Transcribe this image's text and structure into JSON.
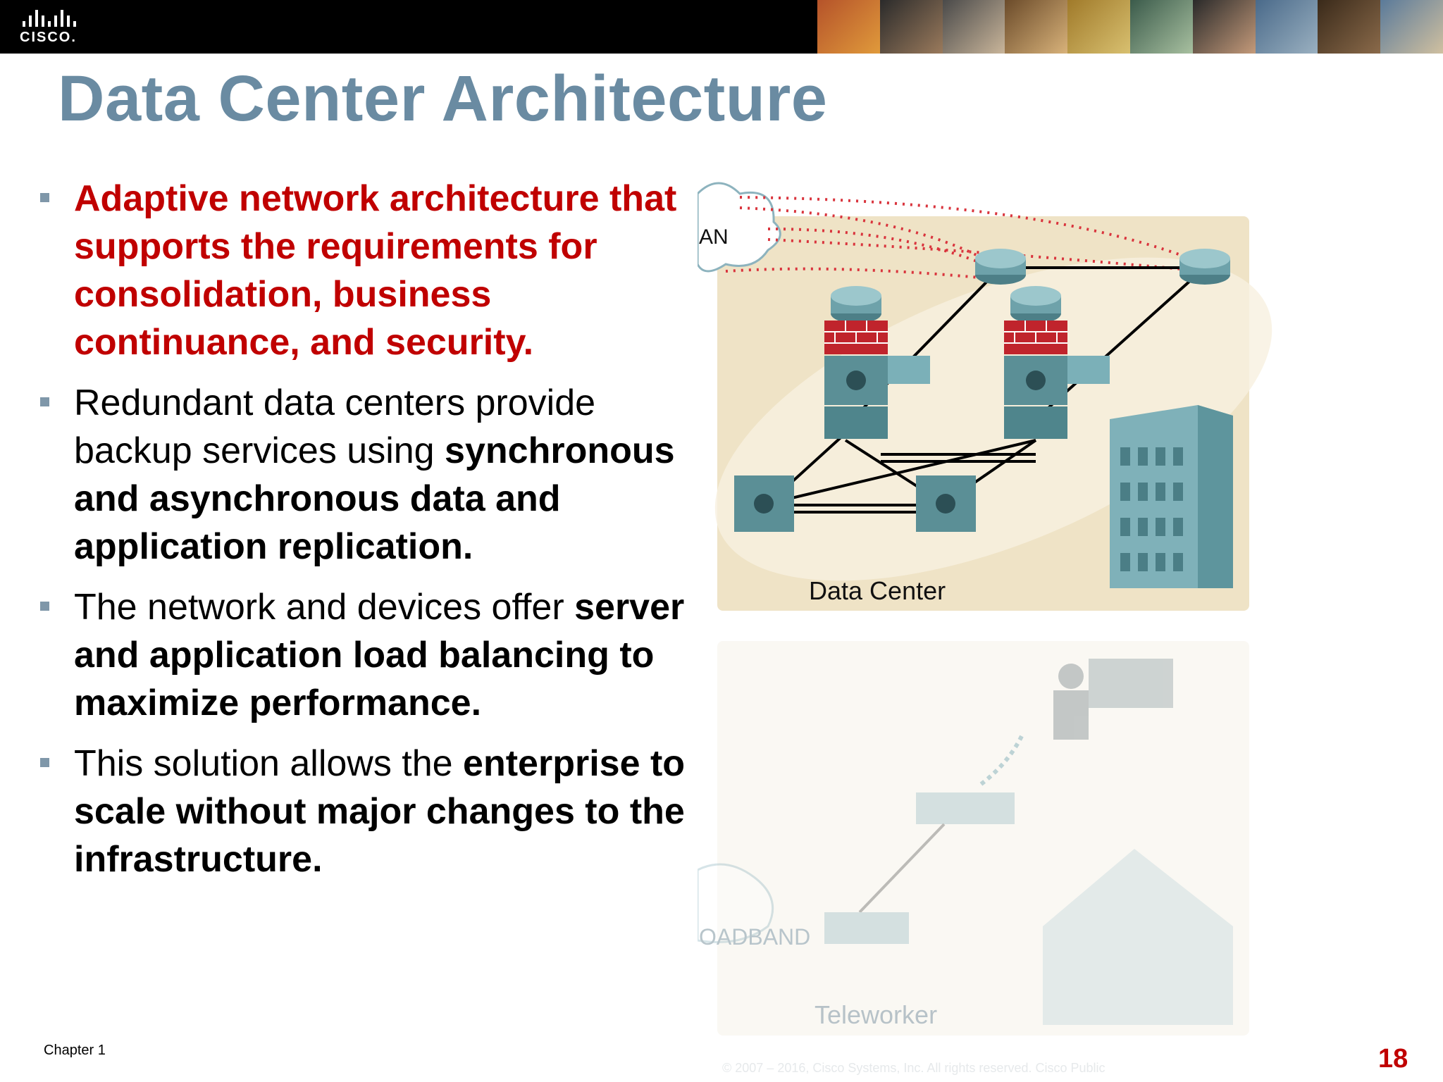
{
  "header": {
    "logo_text": "CISCO."
  },
  "title": "Data Center Architecture",
  "bullets": [
    {
      "parts": [
        {
          "text": "Adaptive network architecture that supports the requirements for consolidation, business continuance, and security.",
          "bold": true
        }
      ],
      "color": "#c00000"
    },
    {
      "parts": [
        {
          "text": "Redundant data centers provide backup services using ",
          "bold": false
        },
        {
          "text": "synchronous and asynchronous data and application replication.",
          "bold": true
        }
      ]
    },
    {
      "parts": [
        {
          "text": "The network and devices offer ",
          "bold": false
        },
        {
          "text": "server and application load balancing to maximize performance.",
          "bold": true
        }
      ]
    },
    {
      "parts": [
        {
          "text": "This solution allows the ",
          "bold": false
        },
        {
          "text": "enterprise to scale without major changes to the infrastructure.",
          "bold": true
        }
      ]
    }
  ],
  "diagram": {
    "data_center_label": "Data Center",
    "wan_label": "AN",
    "broadband_label": "OADBAND",
    "teleworker_label": "Teleworker"
  },
  "footer": {
    "chapter": "Chapter 1",
    "copyright": "© 2007 – 2016, Cisco Systems, Inc. All rights reserved.          Cisco Public",
    "page_number": "18"
  },
  "colors": {
    "title": "#6a8ba2",
    "highlight": "#c00000",
    "device": "#5b8f96",
    "panel": "#efe3c6"
  }
}
